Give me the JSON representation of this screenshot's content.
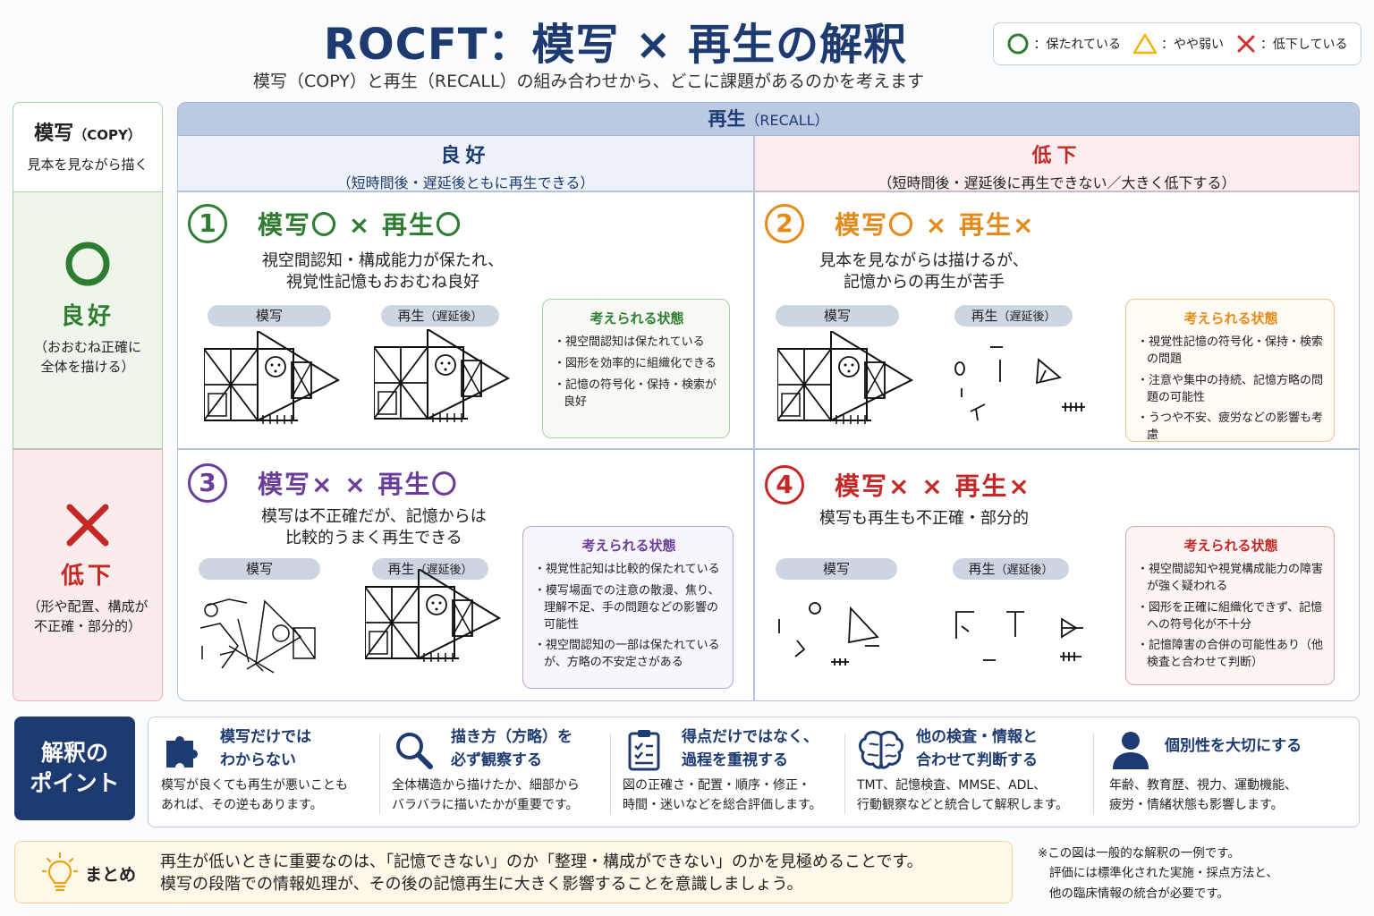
{
  "title": "ROCFT：模写 × 再生の解釈",
  "subtitle": "模写（COPY）と再生（RECALL）の組み合わせから、どこに課題があるのかを考えます",
  "legend": {
    "good": "：保たれている",
    "weak": "：やや弱い",
    "low": "：低下している",
    "colors": {
      "good": "#2e7d32",
      "weak": "#f2b705",
      "low": "#d32f2f"
    }
  },
  "copy_header": {
    "title": "模写",
    "title_en": "（COPY）",
    "sub": "見本を見ながら描く"
  },
  "rows": {
    "good": {
      "symbol": "circle",
      "label": "良好",
      "desc1": "（おおむね正確に",
      "desc2": "全体を描ける）"
    },
    "bad": {
      "symbol": "cross",
      "label": "低下",
      "desc1": "（形や配置、構成が",
      "desc2": "不正確・部分的）"
    }
  },
  "recall_header": {
    "title": "再生",
    "title_en": "（RECALL）"
  },
  "columns": {
    "good": {
      "title": "良好",
      "sub": "（短時間後・遅延後ともに再生できる）"
    },
    "bad": {
      "title": "低下",
      "sub": "（短時間後・遅延後に再生できない／大きく低下する）"
    }
  },
  "pills": {
    "copy": "模写",
    "recall": "再生",
    "recall_note": "（遅延後）"
  },
  "quadrants": [
    {
      "num": "1",
      "title": "模写〇 × 再生〇",
      "color": "#2e7d32",
      "desc1": "視空間認知・構成能力が保たれ、",
      "desc2": "視覚性記憶もおおむね良好",
      "state_title": "考えられる状態",
      "states": [
        "視空間認知は保たれている",
        "図形を効率的に組織化できる",
        "記憶の符号化・保持・検索が良好"
      ]
    },
    {
      "num": "2",
      "title": "模写〇 × 再生×",
      "color": "#e68a1a",
      "desc1": "見本を見ながらは描けるが、",
      "desc2": "記憶からの再生が苦手",
      "state_title": "考えられる状態",
      "states": [
        "視覚性記憶の符号化・保持・検索の問題",
        "注意や集中の持続、記憶方略の問題の可能性",
        "うつや不安、疲労などの影響も考慮"
      ]
    },
    {
      "num": "3",
      "title": "模写× × 再生〇",
      "color": "#6a3d9a",
      "desc1": "模写は不正確だが、記憶からは",
      "desc2": "比較的うまく再生できる",
      "state_title": "考えられる状態",
      "states": [
        "視覚性記知は比較的保たれている",
        "模写場面での注意の散漫、焦り、理解不足、手の問題などの影響の可能性",
        "視空間認知の一部は保たれているが、方略の不安定さがある"
      ]
    },
    {
      "num": "4",
      "title": "模写× × 再生×",
      "color": "#c62828",
      "desc1": "模写も再生も不正確・部分的",
      "desc2": "",
      "state_title": "考えられる状態",
      "states": [
        "視空間認知や視覚構成能力の障害が強く疑われる",
        "図形を正確に組織化できず、記憶への符号化が不十分",
        "記憶障害の合併の可能性あり（他検査と合わせて判断）"
      ]
    }
  ],
  "points_label": {
    "line1": "解釈の",
    "line2": "ポイント"
  },
  "points": [
    {
      "icon": "puzzle-icon",
      "title1": "模写だけでは",
      "title2": "わからない",
      "desc1": "模写が良くても再生が悪いことも",
      "desc2": "あれば、その逆もあります。"
    },
    {
      "icon": "magnifier-icon",
      "title1": "描き方（方略）を",
      "title2": "必ず観察する",
      "desc1": "全体構造から描けたか、細部から",
      "desc2": "バラバラに描いたかが重要です。"
    },
    {
      "icon": "clipboard-icon",
      "title1": "得点だけではなく、",
      "title2": "過程を重視する",
      "desc1": "図の正確さ・配置・順序・修正・",
      "desc2": "時間・迷いなどを総合評価します。"
    },
    {
      "icon": "brain-icon",
      "title1": "他の検査・情報と",
      "title2": "合わせて判断する",
      "desc1": "TMT、記憶検査、MMSE、ADL、",
      "desc2": "行動観察などと統合して解釈します。"
    },
    {
      "icon": "person-icon",
      "title1": "個別性を大切にする",
      "title2": "",
      "desc1": "年齢、教育歴、視力、運動機能、",
      "desc2": "疲労・情緒状態も影響します。"
    }
  ],
  "summary": {
    "label": "まとめ",
    "line1": "再生が低いときに重要なのは、「記憶できない」のか「整理・構成ができない」のかを見極めることです。",
    "line2": "模写の段階での情報処理が、その後の記憶再生に大きく影響することを意識しましょう。"
  },
  "note": {
    "line1": "※この図は一般的な解釈の一例です。",
    "line2": "評価には標準化された実施・採点方法と、",
    "line3": "他の臨床情報の統合が必要です。"
  }
}
